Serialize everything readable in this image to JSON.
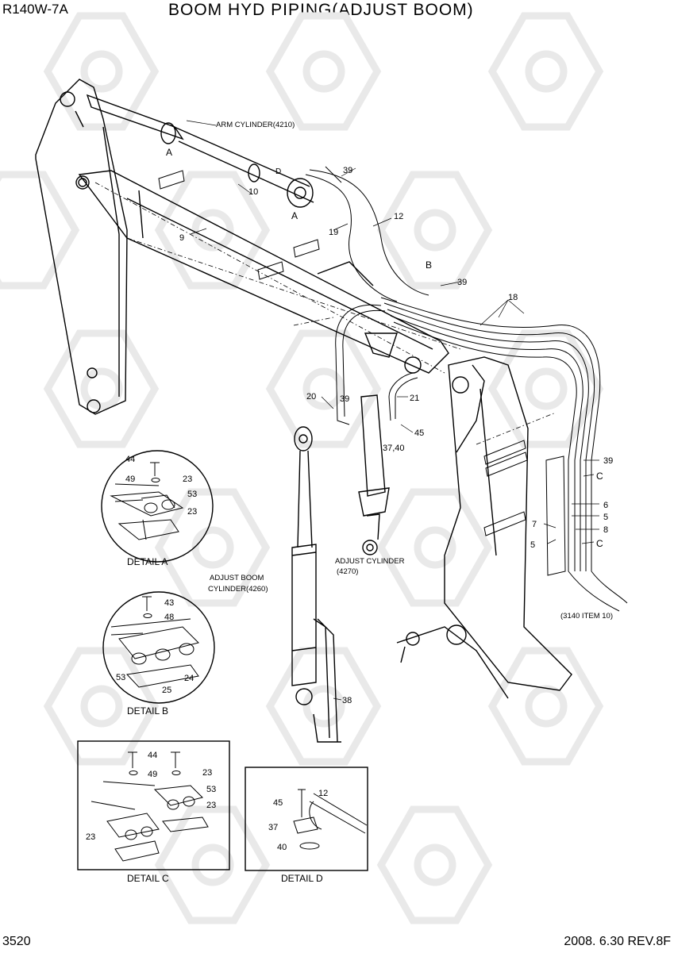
{
  "header": {
    "model": "R140W-7A",
    "title": "BOOM HYD PIPING(ADJUST BOOM)"
  },
  "footer": {
    "page_number": "3520",
    "revision": "2008. 6.30  REV.8F"
  },
  "callouts": {
    "arm_cylinder": "ARM CYLINDER(4210)",
    "adjust_cylinder_1": "ADJUST CYLINDER",
    "adjust_cylinder_2": "(4270)",
    "adjust_boom_1": "ADJUST BOOM",
    "adjust_boom_2": "CYLINDER(4260)",
    "ref_3140": "(3140 ITEM 10)",
    "view_a1": "A",
    "view_a2": "A",
    "view_b": "B",
    "view_c1": "C",
    "view_c2": "C",
    "view_d": "D",
    "p39a": "39",
    "p10": "10",
    "p12": "12",
    "p19": "19",
    "p9": "9",
    "p39b": "39",
    "p18": "18",
    "p20": "20",
    "p39c": "39",
    "p21": "21",
    "p45": "45",
    "p3740": "37,40",
    "p39d": "39",
    "p6": "6",
    "p5a": "5",
    "p8": "8",
    "p7": "7",
    "p5b": "5",
    "p38": "38"
  },
  "details": {
    "a": {
      "label": "DETAIL  A",
      "parts": {
        "p44": "44",
        "p49": "49",
        "p23a": "23",
        "p53": "53",
        "p23b": "23"
      }
    },
    "b": {
      "label": "DETAIL  B",
      "parts": {
        "p43": "43",
        "p48": "48",
        "p24": "24",
        "p53": "53",
        "p25": "25"
      }
    },
    "c": {
      "label": "DETAIL  C",
      "parts": {
        "p44": "44",
        "p49": "49",
        "p23a": "23",
        "p53": "53",
        "p23b": "23",
        "p23c": "23"
      }
    },
    "d": {
      "label": "DETAIL  D",
      "parts": {
        "p45": "45",
        "p12": "12",
        "p37": "37",
        "p40": "40"
      }
    }
  }
}
